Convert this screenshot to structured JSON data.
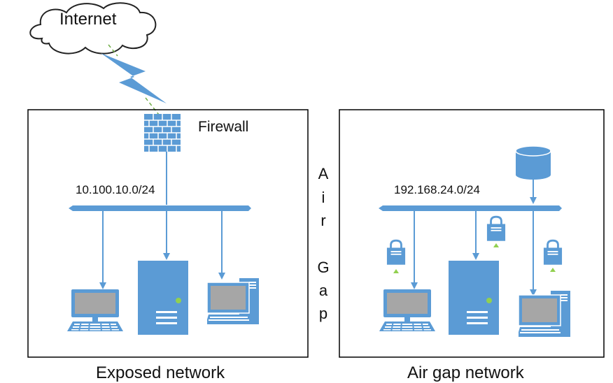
{
  "internet": {
    "label": "Internet"
  },
  "firewall": {
    "label": "Firewall"
  },
  "exposed_network": {
    "subnet": "10.100.10.0/24",
    "caption": "Exposed network"
  },
  "airgap_network": {
    "subnet": "192.168.24.0/24",
    "caption": "Air gap network"
  },
  "gap_letters": [
    "A",
    "i",
    "r",
    "G",
    "a",
    "p"
  ],
  "colors": {
    "device_blue": "#5b9bd5",
    "screen_gray": "#a6a6a6",
    "lightning_blue": "#5b9bd5",
    "link_green": "#70ad47",
    "border": "#000000"
  }
}
